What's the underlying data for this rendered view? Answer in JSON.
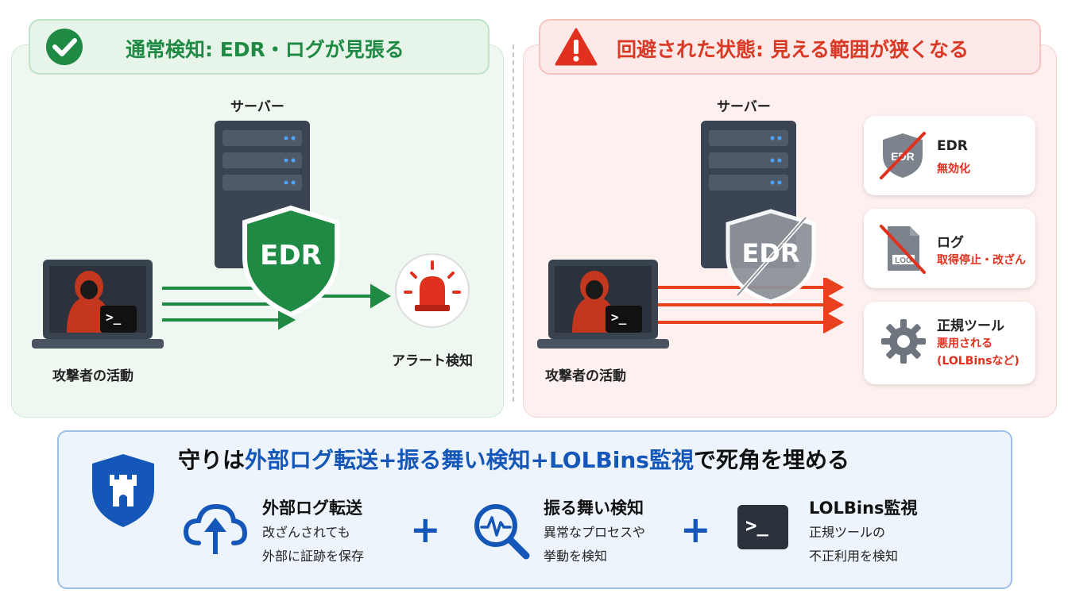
{
  "left": {
    "title": "通常検知: EDR・ログが見張る",
    "server_label": "サーバー",
    "shield_label": "EDR",
    "attacker_label": "攻撃者の活動",
    "alert_label": "アラート検知",
    "terminal_prompt": ">_",
    "colors": {
      "accent": "#1e8a43",
      "arrow": "#1e8a43"
    }
  },
  "right": {
    "title": "回避された状態: 見える範囲が狭くなる",
    "server_label": "サーバー",
    "shield_label": "EDR",
    "attacker_label": "攻撃者の活動",
    "terminal_prompt": ">_",
    "colors": {
      "accent": "#d93a26",
      "arrow": "#e8401f"
    },
    "cards": [
      {
        "icon": "shield-crossed-icon",
        "title": "EDR",
        "lines": [
          "無効化"
        ],
        "icon_text": "EDR"
      },
      {
        "icon": "log-crossed-icon",
        "title": "ログ",
        "lines": [
          "取得停止・改ざん"
        ],
        "icon_text": "LOG"
      },
      {
        "icon": "gear-icon",
        "title": "正規ツール",
        "lines": [
          "悪用される",
          "(LOLBinsなど)"
        ]
      }
    ]
  },
  "bottom": {
    "title_parts": [
      "守りは",
      "外部ログ転送+振る舞い検知+LOLBins監視",
      "で死角を埋める"
    ],
    "items": [
      {
        "icon": "cloud-upload-icon",
        "title": "外部ログ転送",
        "lines": [
          "改ざんされても",
          "外部に証跡を保存"
        ]
      },
      {
        "icon": "magnifier-pulse-icon",
        "title": "振る舞い検知",
        "lines": [
          "異常なプロセスや",
          "挙動を検知"
        ]
      },
      {
        "icon": "terminal-icon",
        "title": "LOLBins監視",
        "lines": [
          "正規ツールの",
          "不正利用を検知"
        ],
        "prompt": ">_"
      }
    ],
    "plus_sign": "+",
    "colors": {
      "accent": "#1457b8"
    }
  }
}
